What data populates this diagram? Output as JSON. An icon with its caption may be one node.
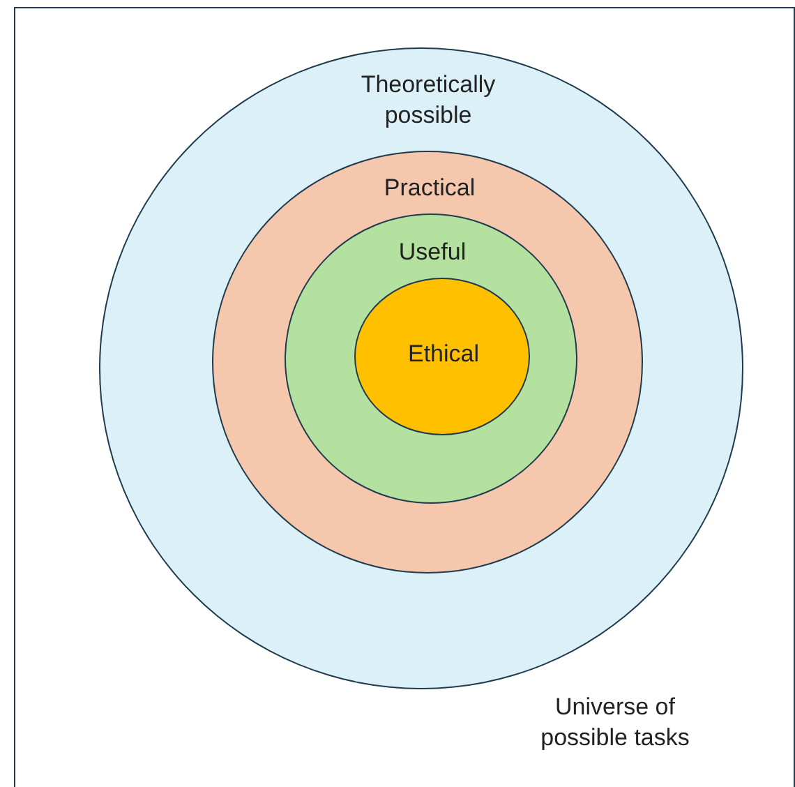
{
  "diagram": {
    "nodes": [
      {
        "text": [
          "Universe of possible tasks"
        ]
      },
      {
        "text": [
          "Theoretically possible"
        ],
        "in": 0
      },
      {
        "text": [
          "Practical"
        ],
        "in": 1
      },
      {
        "text": [
          "Useful"
        ],
        "in": 2
      },
      {
        "text": [
          "Ethical"
        ],
        "in": 3
      }
    ]
  }
}
